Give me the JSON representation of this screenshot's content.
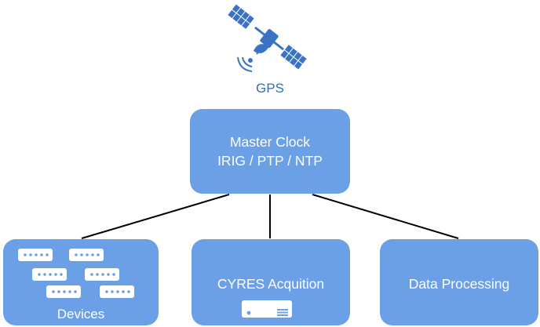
{
  "gps": {
    "label": "GPS",
    "icon": "satellite-icon"
  },
  "master_clock": {
    "title": "Master Clock",
    "protocols": "IRIG / PTP / NTP"
  },
  "nodes": {
    "devices": {
      "label": "Devices",
      "icon": "server-rack-icon"
    },
    "cyres": {
      "label": "CYRES Acquition",
      "icon": "acquisition-unit-icon"
    },
    "data_processing": {
      "label": "Data Processing"
    }
  },
  "colors": {
    "node_fill": "#6ca0e6",
    "node_text": "#ffffff",
    "gps_text": "#2f6fb5",
    "satellite": "#3b73c4",
    "connector": "#000000"
  }
}
